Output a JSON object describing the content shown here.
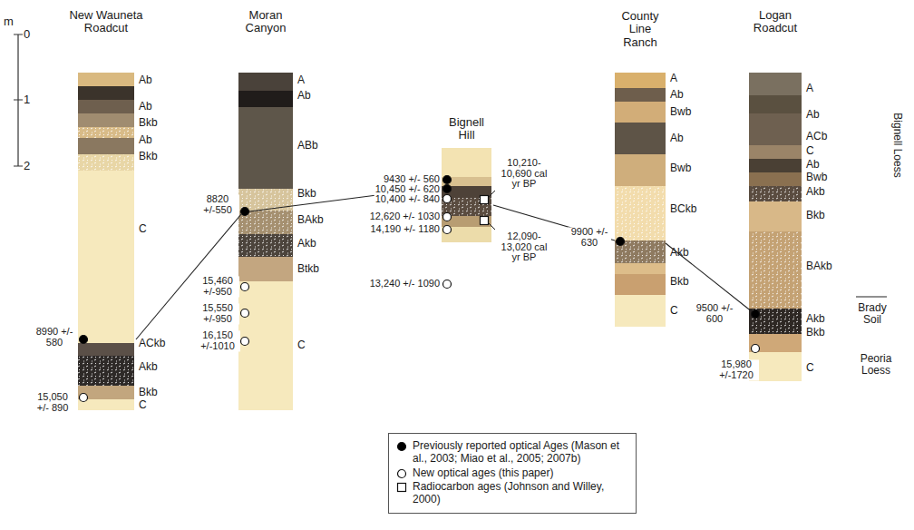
{
  "diagram": {
    "nodes": [
      {
        "text": [
          "New Wauneta Roadcut"
        ]
      },
      {
        "text": [
          "Moran Canyon"
        ]
      },
      {
        "text": [
          "Bignell Hill"
        ]
      },
      {
        "text": [
          "County Line Ranch"
        ]
      },
      {
        "text": [
          "Logan Roadcut"
        ]
      }
    ],
    "labels": [
      "m",
      "0",
      "1",
      "2",
      "Ab",
      "Ab",
      "Bkb",
      "Ab",
      "Bkb",
      "C",
      "ACkb",
      "Akb",
      "Bkb",
      "C",
      "A",
      "Ab",
      "ABb",
      "Bkb",
      "BAkb",
      "Akb",
      "Btkb",
      "C",
      "A",
      "Ab",
      "Bwb",
      "Ab",
      "Bwb",
      "BCkb",
      "Akb",
      "Bkb",
      "C",
      "A",
      "Ab",
      "ACb",
      "C",
      "Ab",
      "Bwb",
      "Akb",
      "Bkb",
      "BAkb",
      "Akb",
      "Bkb",
      "C",
      "8990 +/- 580",
      "15,050 +/- 890",
      "8820 +/-550",
      "15,460 +/-950",
      "15,550 +/-950",
      "16,150 +/-1010",
      "9430 +/- 560",
      "10,450 +/- 620",
      "10,400 +/- 840",
      "12,620 +/- 1030",
      "14,190 +/- 1180",
      "13,240 +/- 1090",
      "10,210- 10,690 cal yr BP",
      "12,090- 13,020 cal yr BP",
      "9900 +/- 630",
      "9500 +/- 600",
      "15,980 +/-1720",
      "Bignell Loess",
      "Brady Soil",
      "Peoria Loess"
    ],
    "legend": [
      {
        "text": "Previously reported optical Ages (Mason et al., 2003; Miao et al., 2005; 2007b)"
      },
      {
        "text": "New optical ages (this paper)"
      },
      {
        "text": "Radiocarbon ages (Johnson and Willey, 2000)"
      }
    ]
  }
}
